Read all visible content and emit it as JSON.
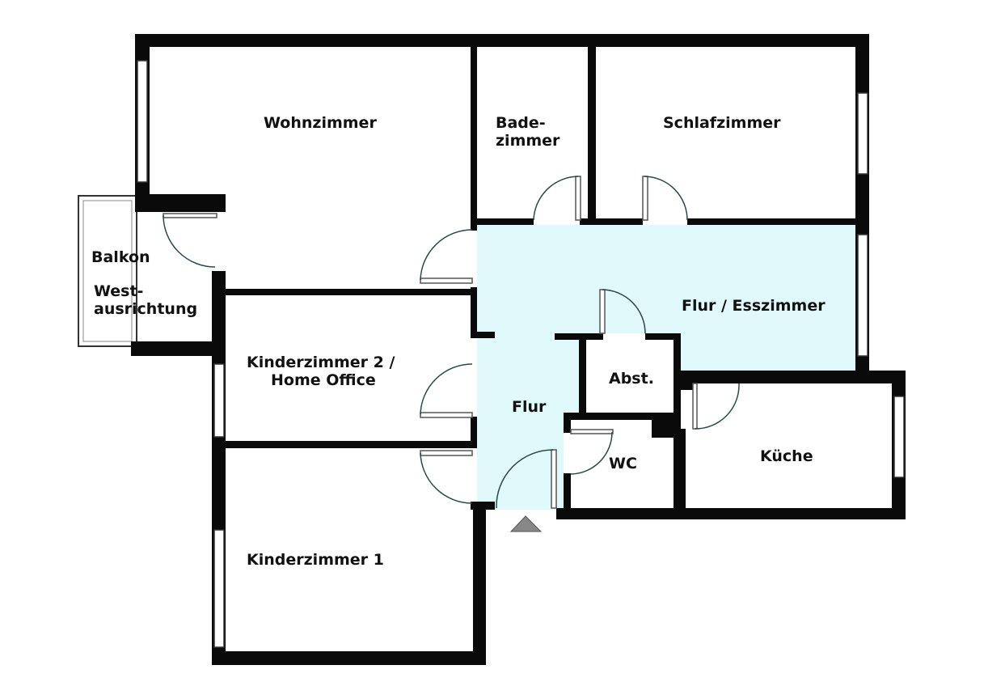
{
  "rooms": {
    "wohnzimmer": "Wohnzimmer",
    "badezimmer_1": "Bade-",
    "badezimmer_2": "zimmer",
    "schlafzimmer": "Schlafzimmer",
    "balkon": "Balkon",
    "west_1": "West-",
    "west_2": "ausrichtung",
    "flur_esszimmer": "Flur / Esszimmer",
    "kinder2_1": "Kinderzimmer 2 /",
    "kinder2_2": "Home Office",
    "abst": "Abst.",
    "flur": "Flur",
    "wc": "WC",
    "kueche": "Küche",
    "kinder1": "Kinderzimmer 1"
  },
  "colors": {
    "hall": "#e0fafc",
    "wall": "#0a0a0a"
  }
}
